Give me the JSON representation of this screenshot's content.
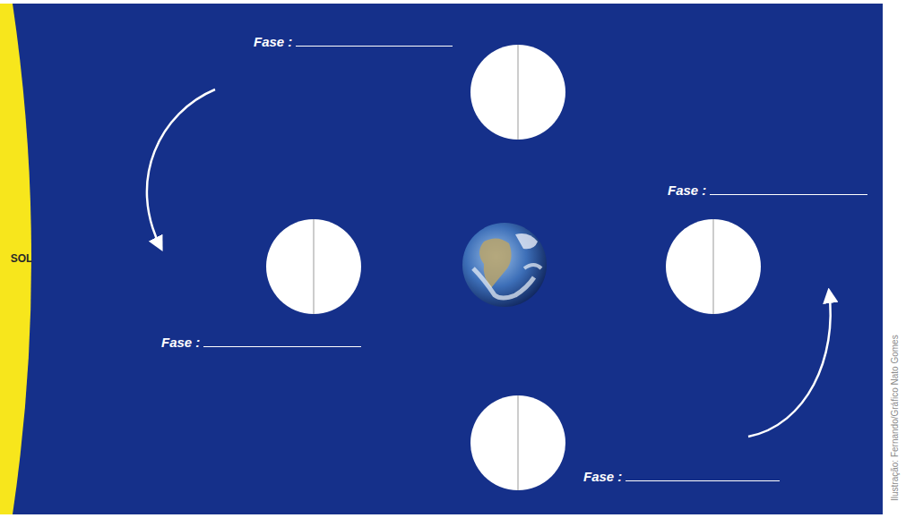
{
  "diagram": {
    "nodes": [
      {
        "text": [
          "SOL"
        ]
      },
      {
        "text": [
          "Fase :"
        ]
      },
      {
        "text": [
          "Fase :"
        ]
      },
      {
        "text": [
          "Fase :"
        ]
      },
      {
        "text": [
          "Fase :"
        ]
      }
    ],
    "labels": [
      "Ilustração: Fernando/Gráfico Nato Gomes"
    ]
  }
}
